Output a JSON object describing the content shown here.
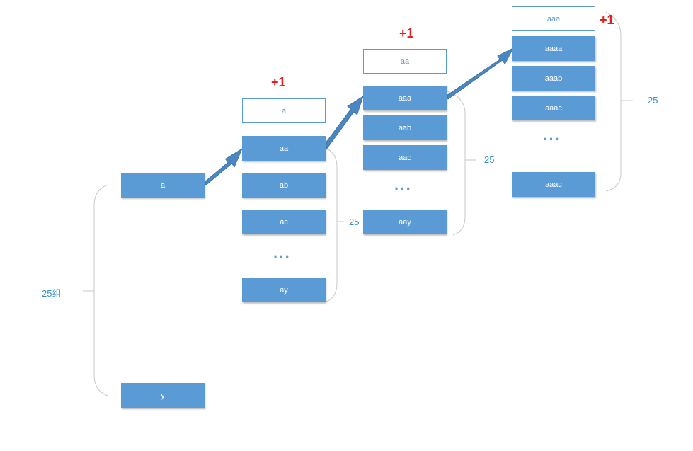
{
  "colors": {
    "box_fill": "#5b9bd5",
    "plus": "#e02020",
    "bracket": "#c8c8c8",
    "label": "#3b8fc5"
  },
  "root": {
    "first": "a",
    "last": "y",
    "group_label": "25组"
  },
  "level1": {
    "plus": "+1",
    "prefix": "a",
    "items": [
      "aa",
      "ab",
      "ac"
    ],
    "dots": "···",
    "last": "ay",
    "count": "25"
  },
  "level2": {
    "plus": "+1",
    "prefix": "aa",
    "items": [
      "aaa",
      "aab",
      "aac"
    ],
    "dots": "···",
    "last": "aay",
    "count": "25"
  },
  "level3": {
    "plus": "+1",
    "prefix": "aaa",
    "items": [
      "aaaa",
      "aaab",
      "aaac"
    ],
    "dots": "···",
    "last": "aaac",
    "count": "25"
  }
}
